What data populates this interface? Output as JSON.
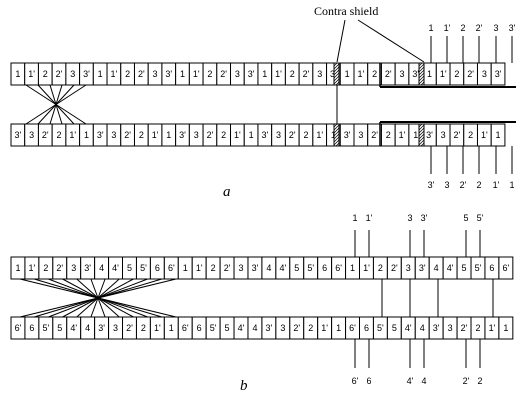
{
  "title": "Contra shield",
  "panels": [
    {
      "label": "a",
      "top_row": [
        "1",
        "1'",
        "2",
        "2'",
        "3",
        "3'",
        "1",
        "1'",
        "2",
        "2'",
        "3",
        "3'",
        "1",
        "1'",
        "2",
        "2'",
        "3",
        "3'",
        "1",
        "1'",
        "2",
        "2'",
        "3",
        "3'",
        "1",
        "1'",
        "2",
        "2'",
        "3",
        "3'",
        "1",
        "1'",
        "2",
        "2'",
        "3",
        "3'"
      ],
      "bottom_row": [
        "3'",
        "3",
        "2'",
        "2",
        "1'",
        "1",
        "3'",
        "3",
        "2'",
        "2",
        "1'",
        "1",
        "3'",
        "3",
        "2'",
        "2",
        "1'",
        "1",
        "3'",
        "3",
        "2'",
        "2",
        "1'",
        "1",
        "3'",
        "3",
        "2'",
        "2",
        "1'",
        "1",
        "3'",
        "3",
        "2'",
        "2",
        "1'",
        "1"
      ],
      "top_terminals": [
        "1",
        "1'",
        "2",
        "2'",
        "3",
        "3'"
      ],
      "bottom_terminals": [
        "3'",
        "3",
        "2'",
        "2",
        "1'",
        "1"
      ]
    },
    {
      "label": "b",
      "top_row": [
        "1",
        "1'",
        "2",
        "2'",
        "3",
        "3'",
        "4",
        "4'",
        "5",
        "5'",
        "6",
        "6'",
        "1",
        "1'",
        "2",
        "2'",
        "3",
        "3'",
        "4",
        "4'",
        "5",
        "5'",
        "6",
        "6'",
        "1",
        "1'",
        "2",
        "2'",
        "3",
        "3'",
        "4",
        "4'",
        "5",
        "5'",
        "6",
        "6'"
      ],
      "bottom_row": [
        "6'",
        "6",
        "5'",
        "5",
        "4'",
        "4",
        "3'",
        "3",
        "2'",
        "2",
        "1'",
        "1",
        "6'",
        "6",
        "5'",
        "5",
        "4'",
        "4",
        "3'",
        "3",
        "2'",
        "2",
        "1'",
        "1",
        "6'",
        "6",
        "5'",
        "5",
        "4'",
        "4",
        "3'",
        "3",
        "2'",
        "2",
        "1'",
        "1"
      ],
      "top_terminals": [
        "1",
        "1'",
        "3",
        "3'",
        "5",
        "5'"
      ],
      "bottom_terminals": [
        "6'",
        "6",
        "4'",
        "4",
        "2'",
        "2"
      ]
    }
  ]
}
